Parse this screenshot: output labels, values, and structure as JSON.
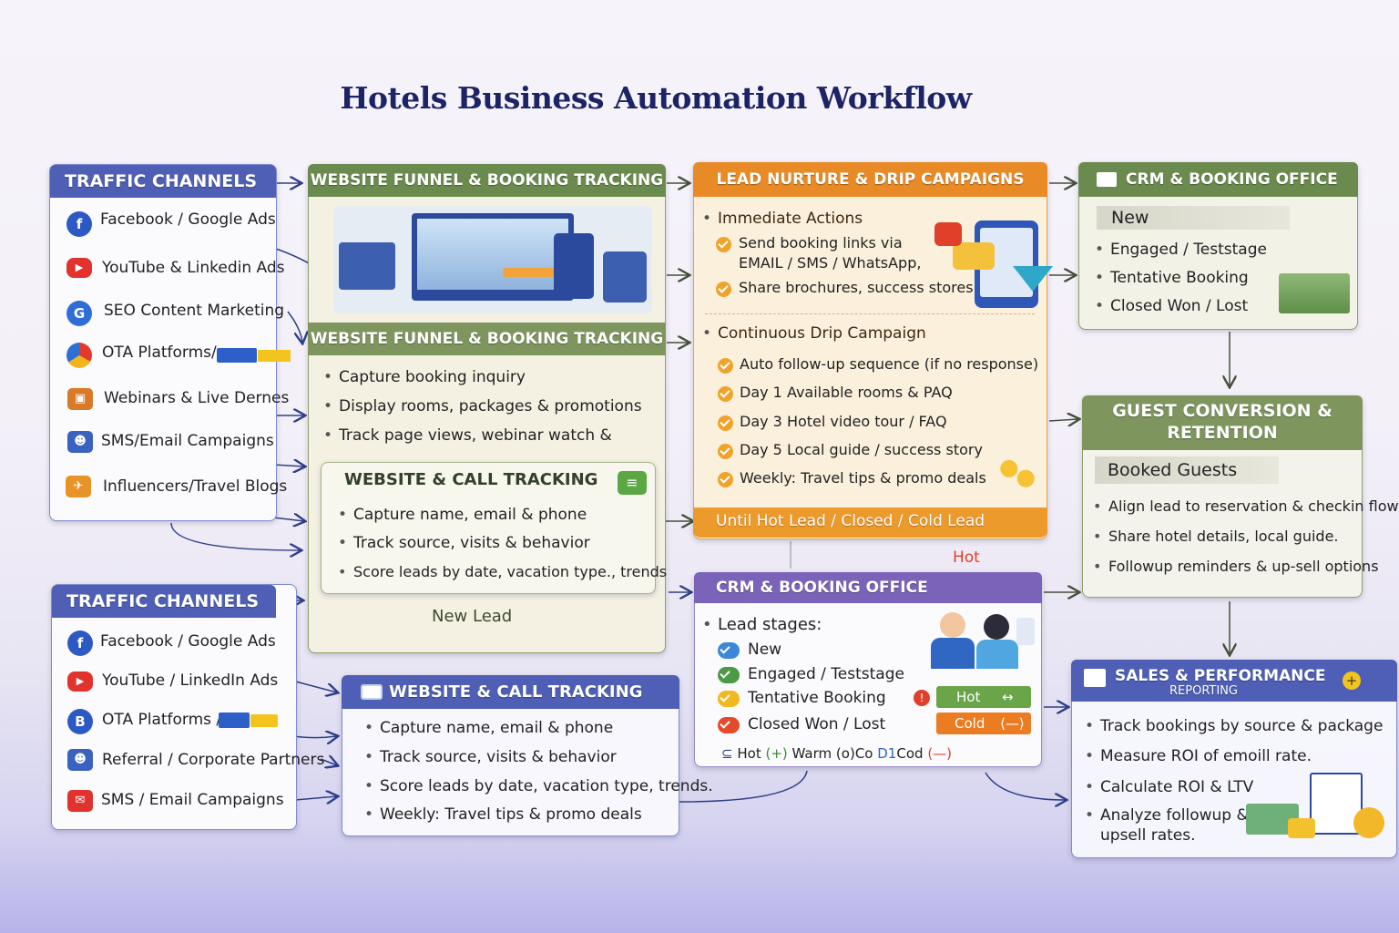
{
  "title": "Hotels Business Automation Workflow",
  "colors": {
    "blue_header": "#4e5fb5",
    "green_header": "#6b8b4e",
    "orange_header": "#e88a25",
    "purple_header": "#7a63b8",
    "olive_header": "#7f955e",
    "hot": "#6aa54a",
    "cold": "#ec7c22",
    "hot_text": "#e0402a"
  },
  "traffic_top": {
    "header": "TRAFFIC CHANNELS",
    "items": [
      {
        "icon": "facebook-icon",
        "label": "Facebook / Google Ads"
      },
      {
        "icon": "youtube-icon",
        "label": "YouTube & Linkedin Ads"
      },
      {
        "icon": "seo-icon",
        "label": "SEO Content Marketing"
      },
      {
        "icon": "ota-icon",
        "label": "OTA Platforms/"
      },
      {
        "icon": "webinar-icon",
        "label": "Webinars & Live Dernes"
      },
      {
        "icon": "users-icon",
        "label": "SMS/Email Campaigns"
      },
      {
        "icon": "influencer-icon",
        "label": "Influencers/Travel Blogs"
      }
    ]
  },
  "traffic_bottom": {
    "header": "TRAFFIC CHANNELS",
    "items": [
      {
        "icon": "facebook-icon",
        "label": "Facebook / Google Ads"
      },
      {
        "icon": "youtube-icon",
        "label": "YouTube / LinkedIn Ads"
      },
      {
        "icon": "booking-icon",
        "label": "OTA Platforms /"
      },
      {
        "icon": "referral-icon",
        "label": "Referral / Corporate Partners"
      },
      {
        "icon": "sms-icon",
        "label": "SMS / Email Campaigns"
      }
    ]
  },
  "funnel": {
    "header": "WEBSITE FUNNEL & BOOKING TRACKING",
    "header2": "WEBSITE FUNNEL & BOOKING TRACKING",
    "items": [
      "Capture booking inquiry",
      "Display rooms, packages & promotions",
      "Track page views, webinar watch &"
    ],
    "tracking": {
      "header": "WEBSITE & CALL TRACKING",
      "items": [
        "Capture name, email & phone",
        "Track source, visits & behavior",
        "Score leads by date, vacation type., trends"
      ]
    },
    "new_lead": "New Lead"
  },
  "tracking_bottom": {
    "header": "WEBSITE & CALL TRACKING",
    "items": [
      "Capture name, email & phone",
      "Track source, visits & behavior",
      "Score leads by date, vacation type, trends.",
      "Weekly: Travel tips & promo deals"
    ]
  },
  "nurture": {
    "header": "LEAD NURTURE & DRIP CAMPAIGNS",
    "immediate": "Immediate Actions",
    "immediate_items": [
      "Send booking links via",
      "EMAIL / SMS / WhatsApp,",
      "Share brochures, success stores"
    ],
    "drip": "Continuous Drip Campaign",
    "drip_items": [
      "Auto follow-up sequence (if no response)",
      "Day 1 Available rooms & PAQ",
      "Day 3 Hotel video tour / FAQ",
      "Day 5 Local guide / success story",
      "Weekly: Travel tips & promo deals"
    ],
    "footer": "Until Hot Lead / Closed / Cold Lead"
  },
  "crm_top": {
    "header": "CRM & BOOKING OFFICE",
    "stage_new": "New",
    "items": [
      "Engaged / Teststage",
      "Tentative Booking",
      "Closed Won / Lost"
    ]
  },
  "crm_mid": {
    "hot_label": "Hot",
    "header": "CRM & BOOKING OFFICE",
    "lead_stages": "Lead stages:",
    "stages": [
      "New",
      "Engaged / Teststage",
      "Tentative Booking",
      "Closed Won / Lost"
    ],
    "hot_badge": "Hot",
    "hot_badge_sym": "↔",
    "cold_badge": "Cold",
    "cold_badge_sym": "⟨—⟩",
    "legend_prefix": "⊆",
    "legend_hot": "Hot",
    "legend_plus": "(+)",
    "legend_warm": "Warm",
    "legend_o": "(o)",
    "legend_co": "Co",
    "legend_d1": "D1",
    "legend_cod": "Cod",
    "legend_minus": "(—)"
  },
  "guest": {
    "header": "GUEST CONVERSION & RETENTION",
    "sub": "Booked Guests",
    "items": [
      "Align lead to reservation & checkin flow",
      "Share hotel details, local guide.",
      "Followup reminders & up-sell options"
    ]
  },
  "sales": {
    "header": "SALES & PERFORMANCE",
    "subheader": "REPORTING",
    "items": [
      "Track bookings by source & package",
      "Measure ROI of emoill rate.",
      "Calculate ROI & LTV",
      "Analyze followup &",
      "upsell rates."
    ]
  }
}
